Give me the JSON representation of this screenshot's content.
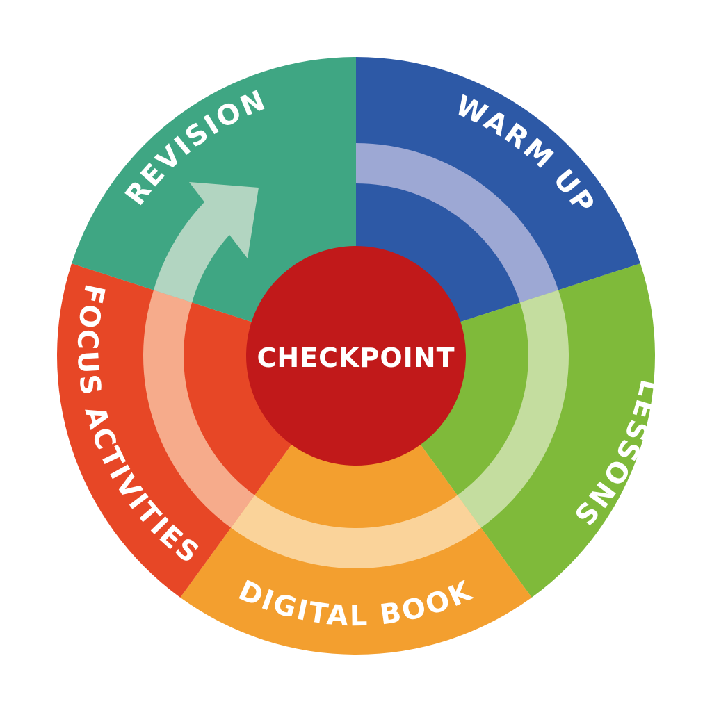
{
  "diagram": {
    "center": {
      "label": "CHECKPOINT",
      "color": "#c1191a"
    },
    "segments": [
      {
        "id": "warm-up",
        "label": "WARM UP",
        "color": "#2d59a6",
        "band_color": "#9da8d4"
      },
      {
        "id": "lessons",
        "label": "LESSONS",
        "color": "#7fba3a",
        "band_color": "#c4dd9f"
      },
      {
        "id": "digital-book",
        "label": "DIGITAL BOOK",
        "color": "#f39f2f",
        "band_color": "#fad39a"
      },
      {
        "id": "focus-activities",
        "label": "FOCUS ACTIVITIES",
        "color": "#e74726",
        "band_color": "#f6ab8b"
      },
      {
        "id": "revision",
        "label": "REVISION",
        "color": "#3fa683",
        "band_color": "#b2d5c1"
      }
    ],
    "cycle_direction": "clockwise"
  }
}
